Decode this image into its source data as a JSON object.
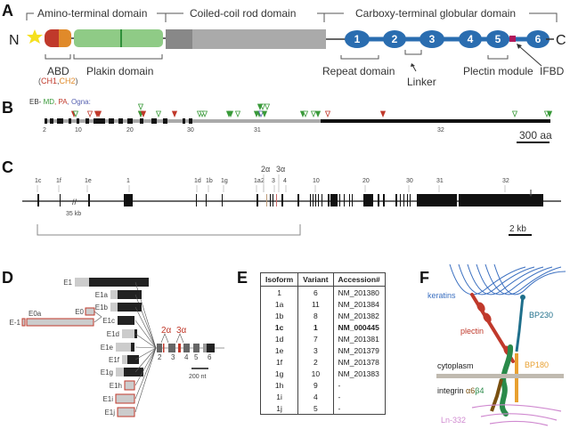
{
  "figure": {
    "panel_labels": [
      "A",
      "B",
      "C",
      "D",
      "E",
      "F"
    ]
  },
  "panelA": {
    "n_terminus": "N",
    "c_terminus": "C",
    "top_domains": [
      "Amino-terminal domain",
      "Coiled-coil rod domain",
      "Carboxy-terminal globular domain"
    ],
    "abd_label": "ABD",
    "abd_open": "(",
    "ch1": "CH1",
    "comma": ",",
    "ch2": "CH2",
    "abd_close": ")",
    "plakin_label": "Plakin domain",
    "repeats": [
      "1",
      "2",
      "3",
      "4",
      "5",
      "6"
    ],
    "repeat_domain_label": "Repeat domain",
    "linker_label": "Linker",
    "plectin_module_label": "Plectin module",
    "ifbd_label": "IFBD",
    "colors": {
      "ch1": "#c0392b",
      "ch2": "#e08a2a",
      "plakin": "#8fcb86",
      "rod_dark": "#888888",
      "rod_light": "#aaaaaa",
      "repeat": "#2a6db0",
      "ifbd": "#b0185a",
      "star": "#f5e020"
    }
  },
  "panelB": {
    "legend_prefix": "EB-",
    "legend_md": "MD",
    "legend_pa": "PA",
    "legend_ogna": "Ogna:",
    "exon_ticks": [
      "2",
      "10",
      "20",
      "30",
      "31",
      "32"
    ],
    "scale_label": "300 aa",
    "colors": {
      "md": "#3a9a3a",
      "pa": "#c0392b",
      "ogna": "#5560b0"
    }
  },
  "panelC": {
    "exon_labels": [
      "1c",
      "1f",
      "1e",
      "1",
      "1d",
      "1b",
      "1g",
      "1a",
      "2",
      "2α",
      "3",
      "3α",
      "4",
      "10",
      "20",
      "30",
      "31",
      "32"
    ],
    "gap_label": "35 kb",
    "scale_label": "2 kb"
  },
  "panelD": {
    "first_exons": [
      "E1",
      "E1a",
      "E1b",
      "E1c",
      "E1d",
      "E1e",
      "E1f",
      "E1g",
      "E1h",
      "E1i",
      "E1j"
    ],
    "upstream_exons": [
      "E0",
      "E0a",
      "E-1"
    ],
    "alt_exons": [
      "2α",
      "3α"
    ],
    "downstream_exons": [
      "2",
      "3",
      "4",
      "5",
      "6"
    ],
    "scale_label": "200 nt"
  },
  "panelE": {
    "headers": [
      "Isoform",
      "Variant",
      "Accession#"
    ],
    "rows": [
      [
        "1",
        "6",
        "NM_201380"
      ],
      [
        "1a",
        "11",
        "NM_201384"
      ],
      [
        "1b",
        "8",
        "NM_201382"
      ],
      [
        "1c",
        "1",
        "NM_000445"
      ],
      [
        "1d",
        "7",
        "NM_201381"
      ],
      [
        "1e",
        "3",
        "NM_201379"
      ],
      [
        "1f",
        "2",
        "NM_201378"
      ],
      [
        "1g",
        "10",
        "NM_201383"
      ],
      [
        "1h",
        "9",
        "-"
      ],
      [
        "1i",
        "4",
        "-"
      ],
      [
        "1j",
        "5",
        "-"
      ]
    ],
    "bold_row": "1c"
  },
  "panelF": {
    "keratins": "keratins",
    "bp230": "BP230",
    "plectin": "plectin",
    "cytoplasm": "cytoplasm",
    "bp180": "BP180",
    "integrin": "integrin",
    "alpha6": "α6",
    "beta4": "β4",
    "ln332": "Ln-332",
    "colors": {
      "keratins": "#3a6fc0",
      "plectin": "#c0392b",
      "bp230": "#1f6f8b",
      "bp180": "#e8a030",
      "integrin": "#2a8a4a",
      "alpha6": "#7a5010",
      "laminin": "#d08ad0",
      "membrane": "#c0bab0"
    }
  }
}
